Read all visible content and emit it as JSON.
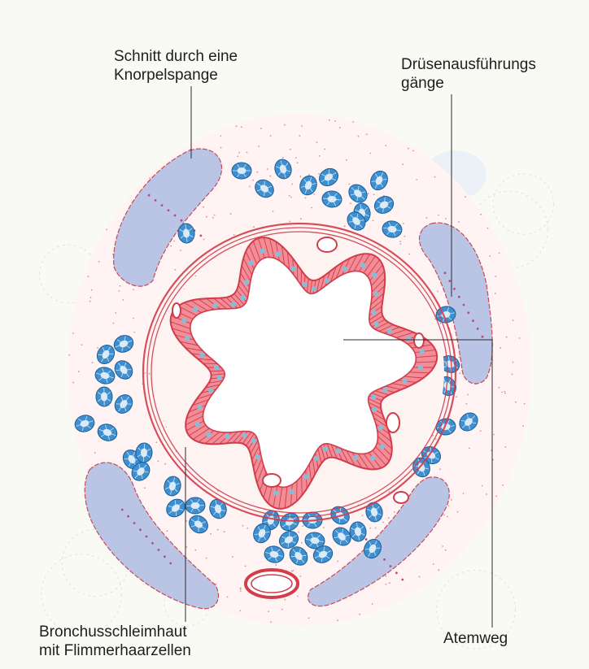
{
  "labels": {
    "cartilage": {
      "line1": "Schnitt durch eine",
      "line2": "Knorpelspange"
    },
    "ducts": {
      "line1": "Drüsenausführungs",
      "line2": "gänge"
    },
    "mucosa": {
      "line1": "Bronchusschleimhaut",
      "line2": "mit Flimmerhaarzellen"
    },
    "airway": {
      "line1": "Atemweg"
    }
  },
  "colors": {
    "background": "#fafaf5",
    "tissue": "#fff4f3",
    "epithelium_red": "#d23c4b",
    "epithelium_fill": "#f28c96",
    "cilia_blue": "#7ec3de",
    "cartilage_fill": "#b7c3e6",
    "gland_blue": "#3e8fd0",
    "leader_line": "#2a2a2a"
  }
}
